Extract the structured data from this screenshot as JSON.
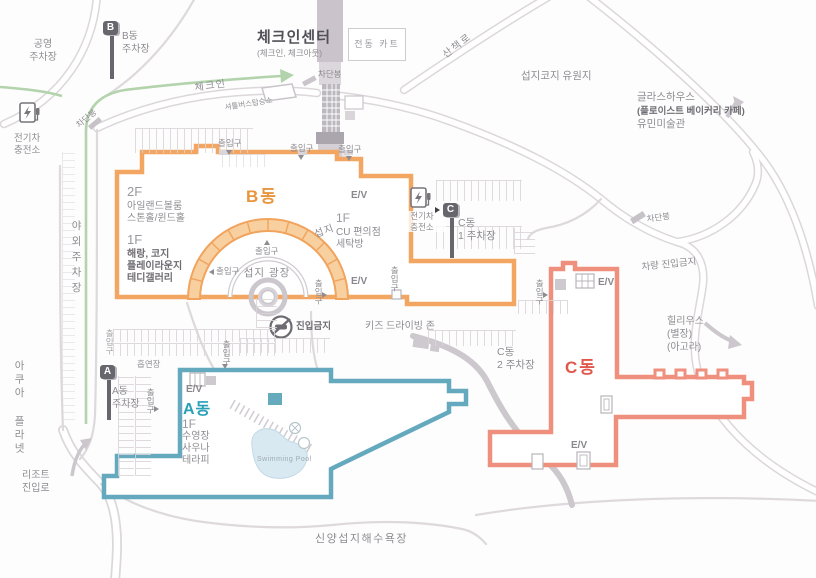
{
  "shared": {
    "entrance": "출입구",
    "ev": "E/V",
    "barrier": "차단봉",
    "ev_station_line1": "전기차",
    "ev_station_line2": "충전소"
  },
  "signs": {
    "a": "A",
    "b": "B",
    "c": "C"
  },
  "top_left": {
    "public_parking_line1": "공영",
    "public_parking_line2": "주차장",
    "b_parking_line1": "B동",
    "b_parking_line2": "주차장"
  },
  "checkin": {
    "title": "체크인센터",
    "subtitle": "(체크인, 체크아웃)",
    "path_label": "체크인",
    "shuttle": "셔틀버스탑승소",
    "cart": "전동 카트"
  },
  "right_area": {
    "walkway": "산책로",
    "seopjikoji": "섭지코지 유원지",
    "glasshouse_line1": "글라스하우스",
    "glasshouse_line2": "(플로이스트 베이커리 카페)",
    "glasshouse_line3": "유민미술관",
    "vehicle_no_entry": "차량 진입금지",
    "hilius_line1": "힐리우스",
    "hilius_line2": "(별장)",
    "hilius_line3": "(아고라)"
  },
  "building_b": {
    "label": "B동",
    "floor2": "2F",
    "floor2_items": [
      "아일랜드볼룸",
      "스톤홀/윈드홀"
    ],
    "floor1": "1F",
    "floor1_items": [
      "해랑, 코지",
      "플레이라운지",
      "테디갤러리"
    ],
    "right_floor": "1F",
    "right_items": [
      "CU 편의점",
      "세탁방"
    ],
    "seopji": "섭지",
    "plaza": "섭지 광장"
  },
  "building_c": {
    "label": "C동",
    "parking1_line1": "C동",
    "parking1_line2": "1 주차장",
    "parking2_line1": "C동",
    "parking2_line2": "2 주차장"
  },
  "building_a": {
    "label": "A동",
    "floor": "1F",
    "items": [
      "수영장",
      "사우나",
      "테라피"
    ],
    "parking_line1": "A동",
    "parking_line2": "주차장",
    "smoking": "흡연장",
    "pool_caption": "Swimming Pool"
  },
  "center": {
    "no_entry": "진입금지",
    "kids_zone": "키즈 드라이빙 존"
  },
  "left": {
    "outdoor_parking": "야외주차장",
    "aqua_planet": "아쿠아 플라넷",
    "resort_line1": "리조트",
    "resort_line2": "진입로"
  },
  "bottom": {
    "beach": "신양섭지해수욕장"
  },
  "colors": {
    "building_a_outline": "#64A9BE",
    "building_b_outline": "#F2A661",
    "building_c_outline": "#EF8F7E",
    "label_a": "#2AA0B8",
    "label_b": "#E8953E",
    "label_c": "#E2574C",
    "green_path": "#B2D3AB",
    "road": "#DBD7DA",
    "gray_text": "#8E8C91"
  }
}
